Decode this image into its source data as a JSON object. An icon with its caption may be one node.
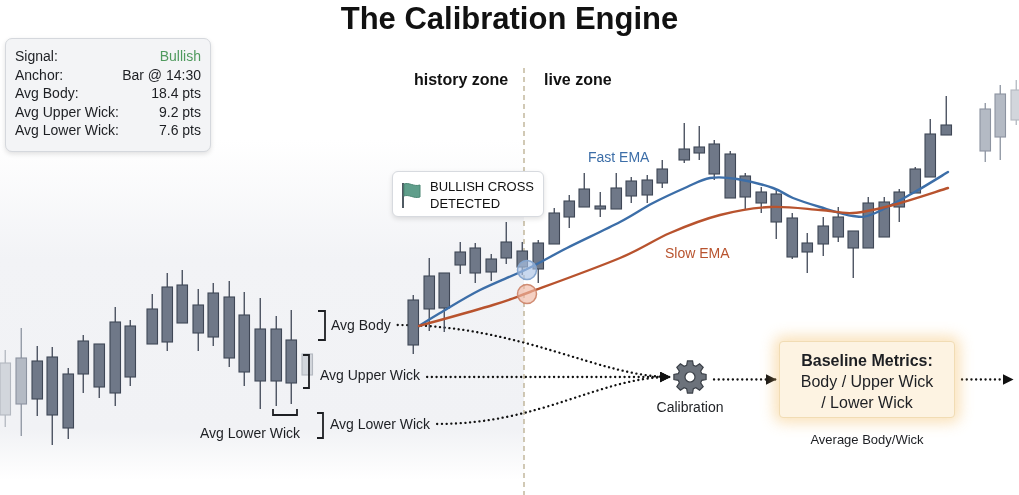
{
  "diagram": {
    "title": "The Calibration Engine",
    "nodes": [
      {
        "text": [
          "Signal:",
          "Bullish",
          "Anchor:",
          "Bar @ 14:30",
          "Avg Body:",
          "18.4 pts",
          "Avg Upper Wick:",
          "9.2 pts",
          "Avg Lower Wick:",
          "7.6 pts"
        ]
      },
      {
        "text": [
          "BULLISH CROSS DETECTED"
        ]
      },
      {
        "text": [
          "Avg Body"
        ]
      },
      {
        "text": [
          "Avg Upper Wick"
        ]
      },
      {
        "text": [
          "Avg Lower Wick"
        ]
      },
      {
        "text": [],
        "shape": "picture",
        "beside": [
          "Calibration"
        ]
      },
      {
        "text": [
          "Baseline Metrics:",
          "Body / Upper Wick / Lower Wick"
        ],
        "beside": [
          "Average Body/Wick"
        ]
      }
    ],
    "edges": [
      {
        "from": 2,
        "to": 5,
        "arrow": "to",
        "style": "dashed"
      },
      {
        "from": 3,
        "to": 5,
        "arrow": "to",
        "style": "dashed"
      },
      {
        "from": 4,
        "to": 5,
        "arrow": "to",
        "style": "dashed"
      },
      {
        "from": 5,
        "to": 6,
        "arrow": "to",
        "style": "dashed"
      },
      {
        "from": 6,
        "to": null,
        "arrow": "to",
        "style": "dashed"
      }
    ],
    "labels": [
      "history zone",
      "live zone",
      "Fast EMA",
      "Slow EMA",
      "Avg Lower Wick"
    ]
  }
}
